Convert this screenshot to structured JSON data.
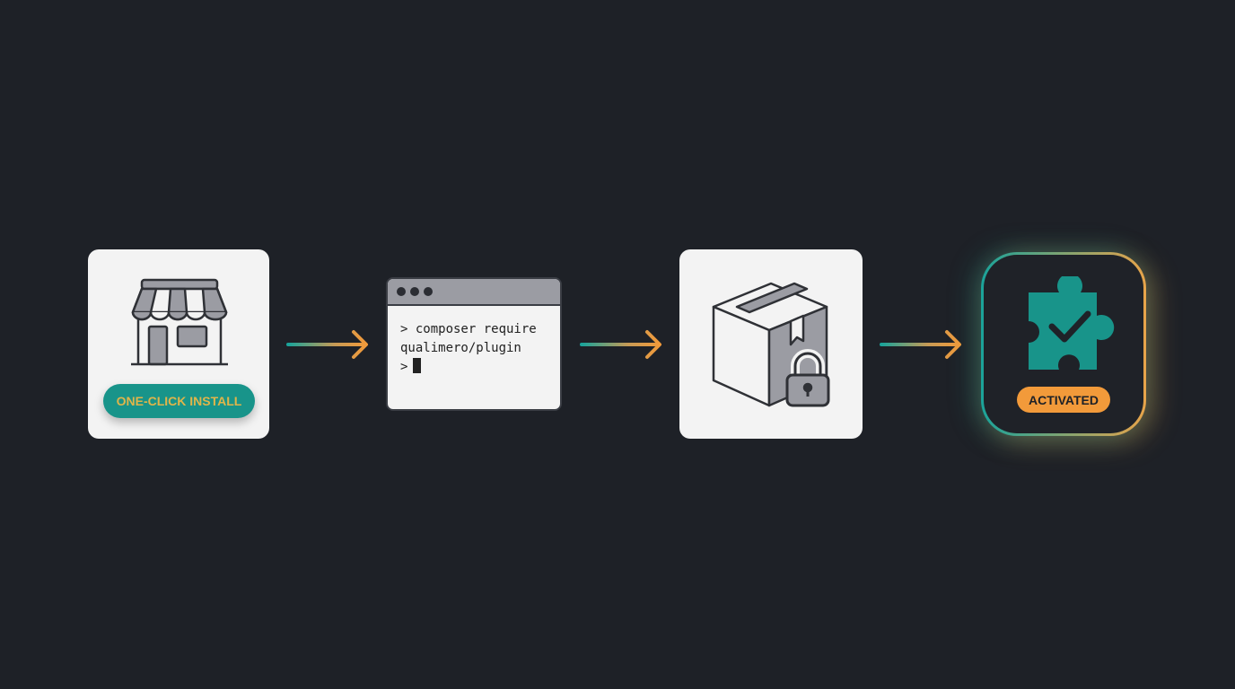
{
  "steps": [
    {
      "icon": "storefront-icon",
      "button_label": "ONE-CLICK INSTALL"
    },
    {
      "icon": "terminal-window-icon",
      "lines": [
        "> composer require",
        "qualimero/plugin",
        ">"
      ]
    },
    {
      "icon": "locked-package-icon"
    },
    {
      "icon": "puzzle-check-icon",
      "badge_label": "ACTIVATED"
    }
  ],
  "colors": {
    "background": "#1e2127",
    "teal": "#18948a",
    "orange": "#f29a3a",
    "card": "#f3f3f3"
  }
}
